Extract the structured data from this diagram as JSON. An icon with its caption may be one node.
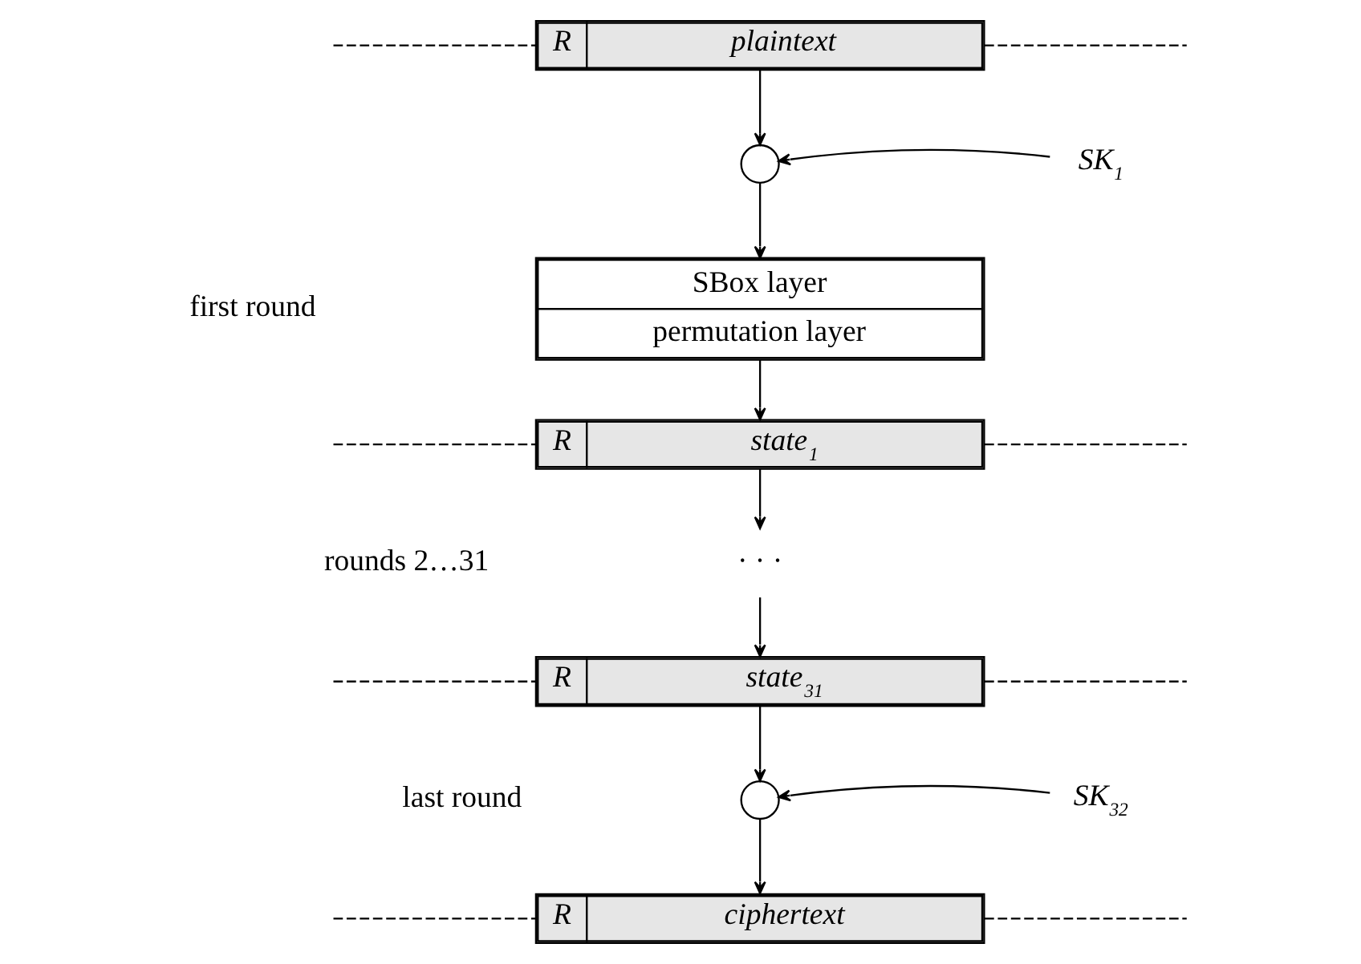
{
  "diagram": {
    "nodes": [
      {
        "text": [
          "R",
          "plaintext"
        ]
      },
      {
        "text": [],
        "shape": "circle"
      },
      {
        "text": [
          "SK$_{1}$"
        ]
      },
      {
        "text": [
          "SBox layer",
          "permutation layer"
        ]
      },
      {
        "text": [
          "R",
          "state$_{1}$"
        ]
      },
      {
        "text": [
          "· · ·"
        ]
      },
      {
        "text": [
          "R",
          "state$_{31}$"
        ]
      },
      {
        "text": [],
        "shape": "circle"
      },
      {
        "text": [
          "SK$_{32}$"
        ]
      },
      {
        "text": [
          "R",
          "ciphertext"
        ]
      }
    ],
    "edges": [
      {
        "from": 0,
        "to": 1,
        "arrow": "to"
      },
      {
        "from": 2,
        "to": 1,
        "arrow": "to"
      },
      {
        "from": 1,
        "to": 3,
        "arrow": "to"
      },
      {
        "from": 3,
        "to": 4,
        "arrow": "to"
      },
      {
        "from": 4,
        "to": 5,
        "arrow": "to"
      },
      {
        "from": 5,
        "to": 6,
        "arrow": "to"
      },
      {
        "from": 6,
        "to": 7,
        "arrow": "to"
      },
      {
        "from": 8,
        "to": 7,
        "arrow": "to"
      },
      {
        "from": 7,
        "to": 9,
        "arrow": "to"
      },
      {
        "from": null,
        "to": 0,
        "arrow": "none",
        "style": "dashed"
      },
      {
        "from": 0,
        "to": null,
        "arrow": "none",
        "style": "dashed"
      },
      {
        "from": null,
        "to": 4,
        "arrow": "none",
        "style": "dashed"
      },
      {
        "from": 4,
        "to": null,
        "arrow": "none",
        "style": "dashed"
      },
      {
        "from": null,
        "to": 6,
        "arrow": "none",
        "style": "dashed"
      },
      {
        "from": 6,
        "to": null,
        "arrow": "none",
        "style": "dashed"
      },
      {
        "from": null,
        "to": 9,
        "arrow": "none",
        "style": "dashed"
      },
      {
        "from": 9,
        "to": null,
        "arrow": "none",
        "style": "dashed"
      }
    ],
    "labels": [
      "first round",
      "rounds 2…31",
      "last round"
    ]
  }
}
